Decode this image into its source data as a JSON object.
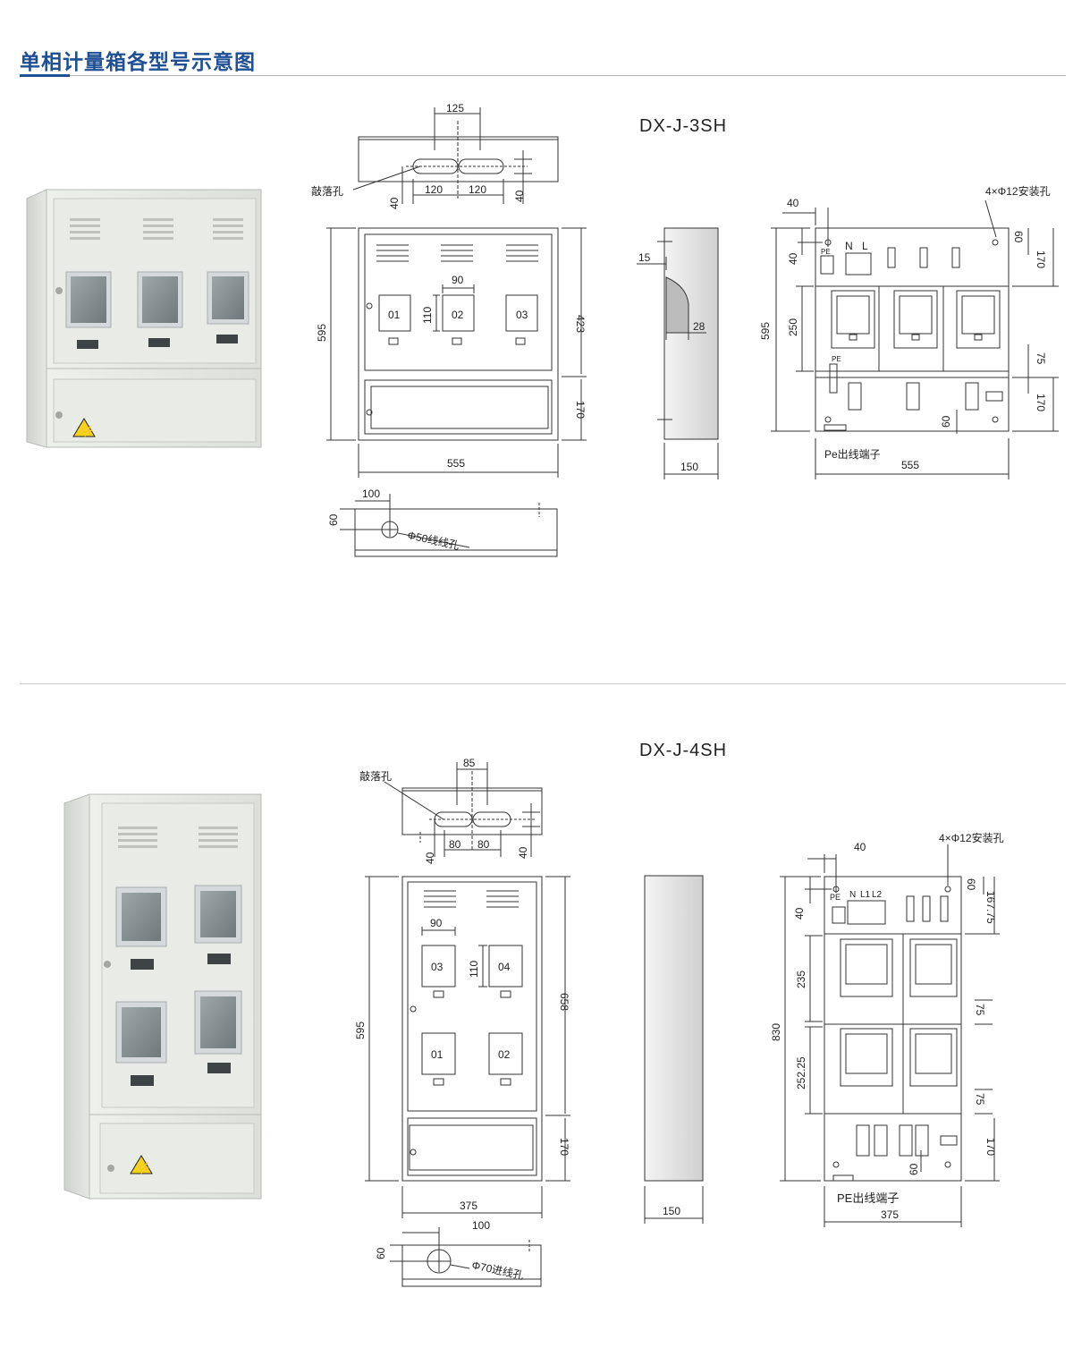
{
  "page_title": "单相计量箱各型号示意图",
  "sections": [
    {
      "model": "DX-J-3SH",
      "top_view": {
        "hole_spacing": "125",
        "offset_left": "120",
        "offset_right": "120",
        "edge_left": "40",
        "edge_right": "40",
        "knockout_label": "敲落孔"
      },
      "front_view": {
        "height": "595",
        "upper_height": "423",
        "lower_height": "170",
        "width": "555",
        "window_width": "90",
        "window_height": "110",
        "meters": [
          "01",
          "02",
          "03"
        ]
      },
      "side_view": {
        "depth": "150",
        "lip": "15",
        "window_depth": "28"
      },
      "internal_view": {
        "mount_holes": "4×Φ12安装孔",
        "dim_top_offset": "40",
        "dim_left_offset": "40",
        "dim_top_zone": "170",
        "dim_meter_zone": "250",
        "dim_gap": "75",
        "dim_bottom_zone": "170",
        "dim_height": "595",
        "dim_width": "555",
        "dim_top_hole": "60",
        "dim_bottom_hole": "60",
        "pe_label": "PE",
        "n_label": "N",
        "l_label": "L",
        "pe_out": "Pe出线端子"
      },
      "bottom_view": {
        "offset": "100",
        "hole_depth": "60",
        "hole_label": "Φ50线线孔"
      }
    },
    {
      "model": "DX-J-4SH",
      "top_view": {
        "hole_spacing": "85",
        "offset_left": "80",
        "offset_right": "80",
        "edge_left": "40",
        "edge_right": "40",
        "knockout_label": "敲落孔"
      },
      "front_view": {
        "height": "595",
        "upper_height": "658",
        "lower_height": "170",
        "width": "375",
        "window_width": "90",
        "window_height": "110",
        "meters": [
          "03",
          "04",
          "01",
          "02"
        ]
      },
      "side_view": {
        "depth": "150"
      },
      "internal_view": {
        "mount_holes": "4×Φ12安装孔",
        "dim_top_offset": "40",
        "dim_left_offset": "40",
        "dim_top_hole": "60",
        "dim_top_zone": "167.75",
        "dim_meter_zone_1": "235",
        "dim_gap_1": "75",
        "dim_meter_zone_2": "252.25",
        "dim_gap_2": "75",
        "dim_bottom_zone": "170",
        "dim_height": "830",
        "dim_width": "375",
        "dim_bottom_hole": "60",
        "pe_label": "PE",
        "n_label": "N",
        "l1_label": "L1",
        "l2_label": "L2",
        "pe_out": "PE出线端子"
      },
      "bottom_view": {
        "offset": "100",
        "hole_depth": "60",
        "hole_label": "Φ70进线孔"
      }
    }
  ],
  "colors": {
    "title": "#1f4f94",
    "rule": "#b5b5b5",
    "cabinet": "#e4e6e2",
    "line": "#333333"
  }
}
